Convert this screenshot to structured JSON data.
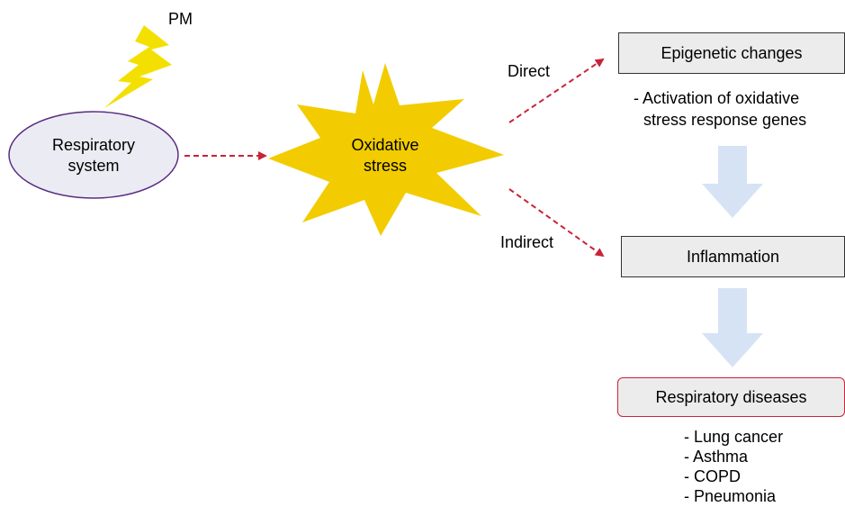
{
  "labels": {
    "pm": "PM",
    "respiratory_system": [
      "Respiratory",
      "system"
    ],
    "oxidative_stress": [
      "Oxidative",
      "stress"
    ],
    "direct": "Direct",
    "indirect": "Indirect"
  },
  "boxes": {
    "epigenetic": "Epigenetic changes",
    "inflammation": "Inflammation",
    "diseases": "Respiratory diseases"
  },
  "epigenetic_notes": [
    "- Activation of oxidative",
    "stress response genes"
  ],
  "disease_list": [
    "- Lung cancer",
    "- Asthma",
    "- COPD",
    "- Pneumonia"
  ],
  "colors": {
    "lightning": "#f4e000",
    "starburst": "#f2cc00",
    "ellipse_fill": "#ebebf3",
    "ellipse_stroke": "#5a2d82",
    "dashed_arrow": "#c7243a",
    "block_arrow": "#d6e3f4",
    "box_fill": "#ececec",
    "disease_border": "#c7243a"
  }
}
